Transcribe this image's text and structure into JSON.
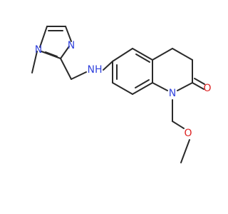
{
  "molecule": {
    "colors": {
      "carbon_bond": "#2a2a2a",
      "nitrogen": "#3344dd",
      "oxygen": "#dd2222",
      "background": "#ffffff"
    },
    "labels": {
      "imidazole_n3": "N",
      "imidazole_n1": "N",
      "amine_nh": "NH",
      "lactam_n": "N",
      "carbonyl_o": "O",
      "ether_o": "O"
    }
  }
}
